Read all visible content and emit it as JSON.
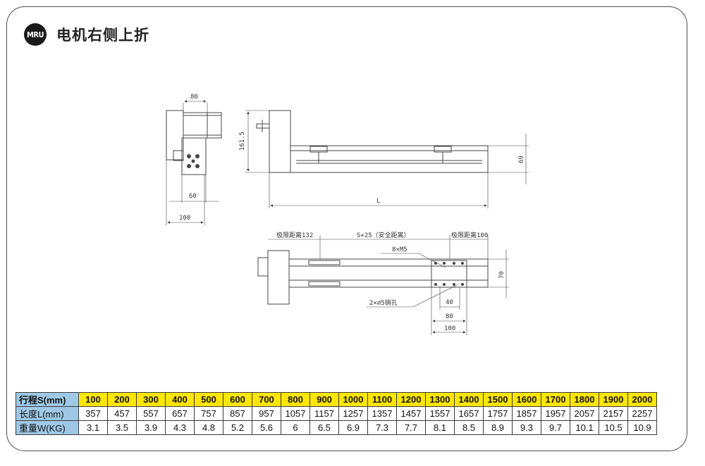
{
  "header": {
    "logo_text": "MRU",
    "title": "电机右侧上折"
  },
  "dimensions": {
    "side_top_width": "80",
    "side_bottom_width": "60",
    "side_total_width": "100",
    "front_height": "161.5",
    "front_right_height": "69",
    "front_length": "L",
    "top_limit_left": "极限距离132",
    "top_safety": "S+25（安全距离）",
    "top_limit_right": "极限距离100",
    "top_screw": "8×M5",
    "top_pin": "2×∅5销孔",
    "top_height": "70",
    "top_w40": "40",
    "top_w80": "80",
    "top_w100": "100"
  },
  "table": {
    "rows": [
      {
        "label": "行程S(mm)",
        "values": [
          "100",
          "200",
          "300",
          "400",
          "500",
          "600",
          "700",
          "800",
          "900",
          "1000",
          "1100",
          "1200",
          "1300",
          "1400",
          "1500",
          "1600",
          "1700",
          "1800",
          "1900",
          "2000"
        ]
      },
      {
        "label": "长度L(mm)",
        "values": [
          "357",
          "457",
          "557",
          "657",
          "757",
          "857",
          "957",
          "1057",
          "1157",
          "1257",
          "1357",
          "1457",
          "1557",
          "1657",
          "1757",
          "1857",
          "1957",
          "2057",
          "2157",
          "2257"
        ]
      },
      {
        "label": "重量W(KG)",
        "values": [
          "3.1",
          "3.5",
          "3.9",
          "4.3",
          "4.8",
          "5.2",
          "5.6",
          "6",
          "6.5",
          "6.9",
          "7.3",
          "7.7",
          "8.1",
          "8.5",
          "8.9",
          "9.3",
          "9.7",
          "10.1",
          "10.5",
          "10.9"
        ]
      }
    ]
  }
}
